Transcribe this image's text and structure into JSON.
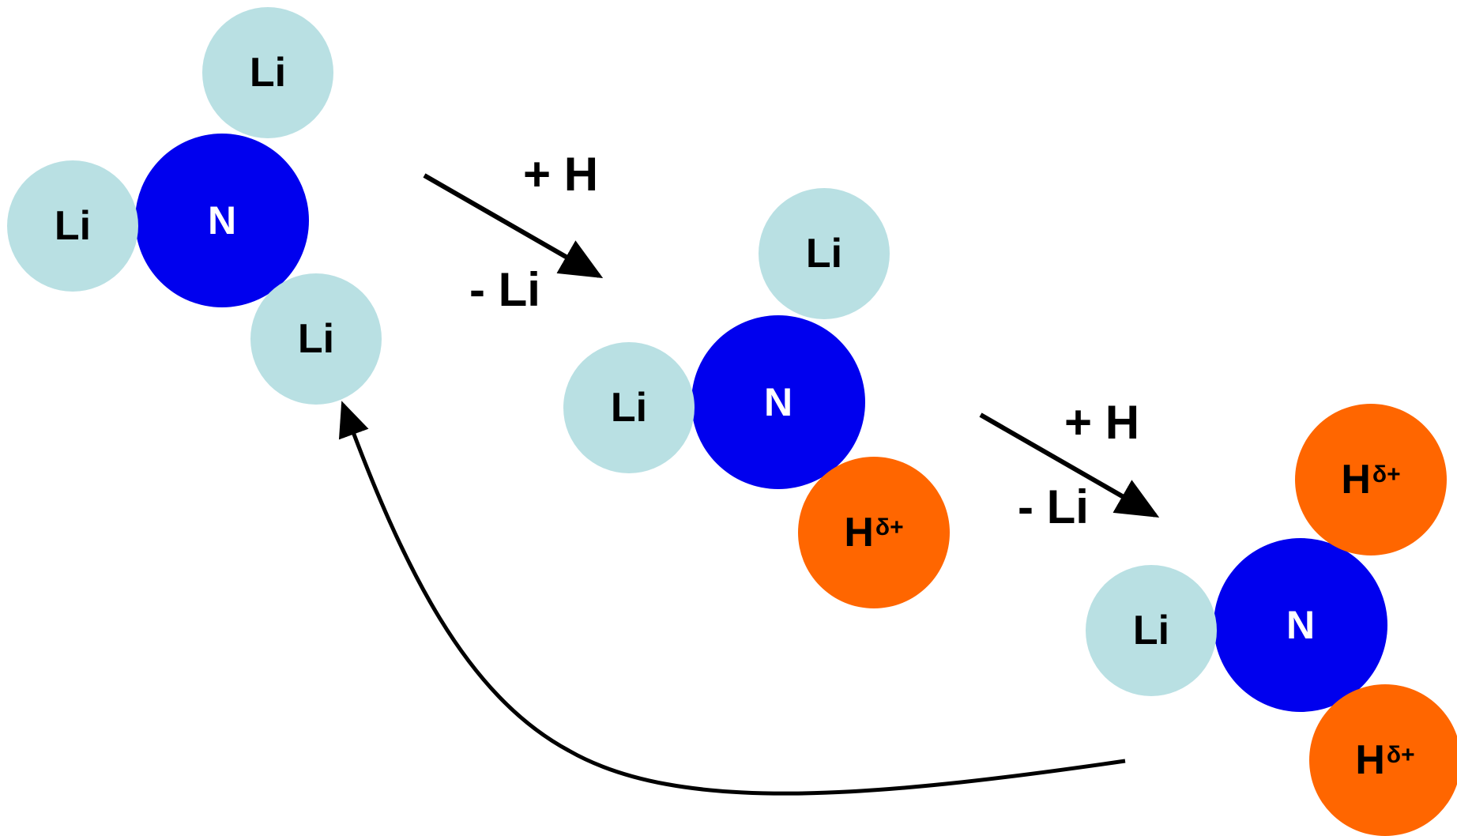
{
  "atoms": {
    "li": "Li",
    "n": "N",
    "h": "H",
    "delta_plus": "δ+"
  },
  "arrows": {
    "step1": {
      "add": "+ H",
      "remove": "- Li"
    },
    "step2": {
      "add": "+ H",
      "remove": "- Li"
    }
  },
  "colors": {
    "lithium": "#b9e0e3",
    "nitrogen": "#0000ee",
    "hydrogen": "#ff6600",
    "arrow": "#000000"
  }
}
